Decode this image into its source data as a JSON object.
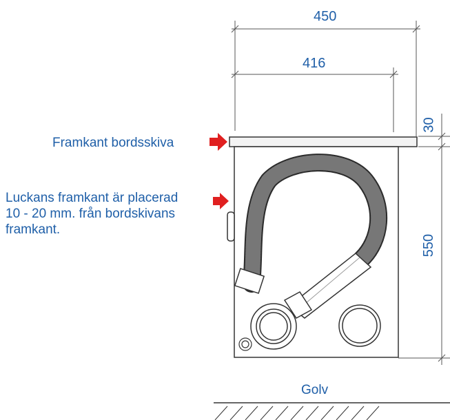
{
  "dimensions": {
    "total_width": "450",
    "cabinet_width": "416",
    "top_thickness": "30",
    "cabinet_height": "550"
  },
  "labels": {
    "countertop_edge": "Framkant bordsskiva",
    "door_front_line1": "Luckans framkant är placerad",
    "door_front_line2": "10 - 20 mm. från bordskivans",
    "door_front_line3": "framkant.",
    "floor": "Golv"
  },
  "colors": {
    "text": "#1f5fa8",
    "arrow": "#e02020",
    "line": "#555555"
  }
}
